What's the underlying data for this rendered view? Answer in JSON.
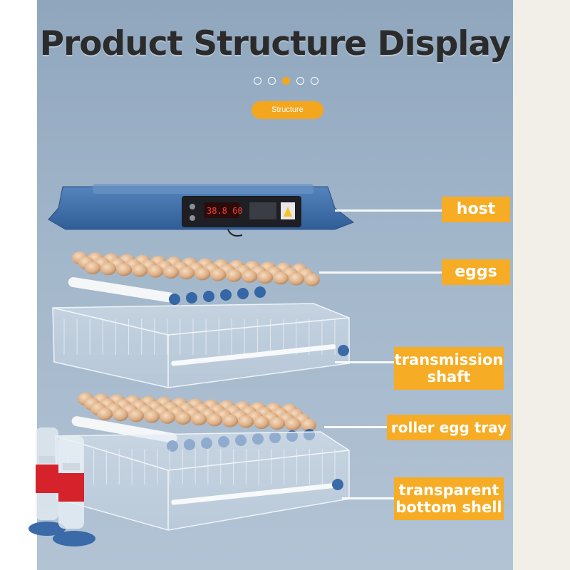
{
  "title": "Product Structure Display",
  "pagination": {
    "total": 5,
    "active_index": 2
  },
  "section_pill": "Structure",
  "colors": {
    "accent": "#f6ac24",
    "background": "#a3b7cb",
    "title": "#2b2b2b",
    "host_blue": "#3f6fa9"
  },
  "display": {
    "readout": "38.8 60"
  },
  "labels": {
    "host": "host",
    "eggs": "eggs",
    "transmission_shaft_line1": "transmission",
    "transmission_shaft_line2": "shaft",
    "roller_egg_tray": "roller egg tray",
    "bottom_shell_line1": "transparent",
    "bottom_shell_line2": "bottom shell"
  }
}
